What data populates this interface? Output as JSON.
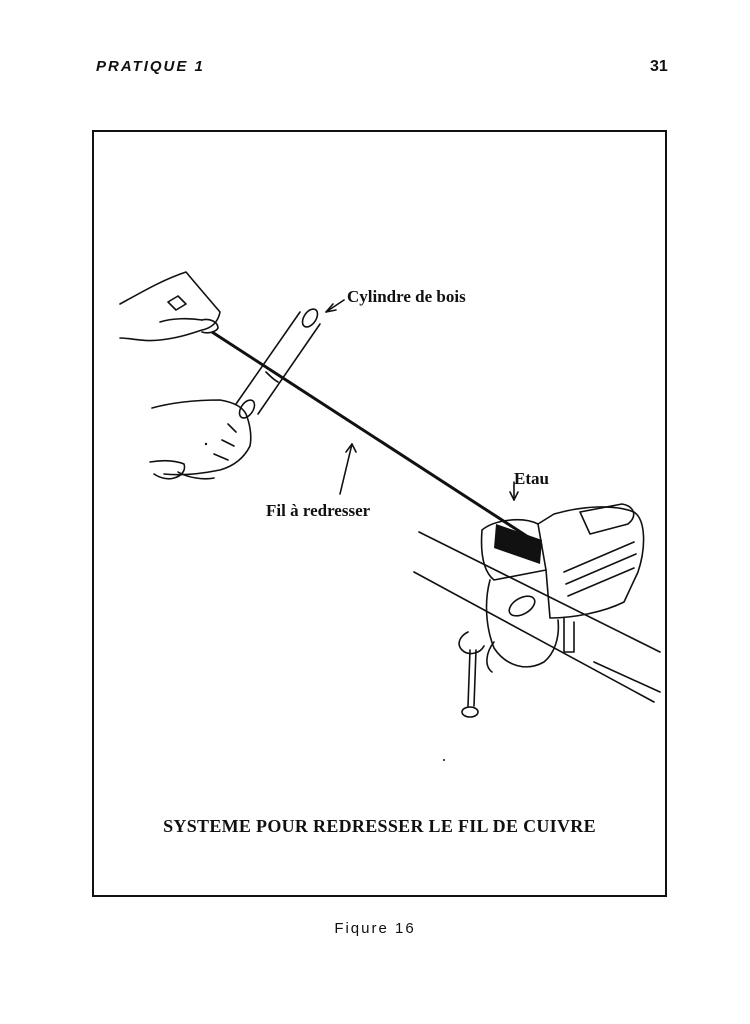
{
  "header": {
    "section": "PRATIQUE 1",
    "page_number": "31"
  },
  "figure": {
    "labels": {
      "cylinder": "Cylindre de bois",
      "vise": "Etau",
      "wire": "Fil à redresser"
    },
    "caption": "SYSTEME POUR REDRESSER LE FIL DE CUIVRE",
    "number": "Fiqure 16"
  }
}
